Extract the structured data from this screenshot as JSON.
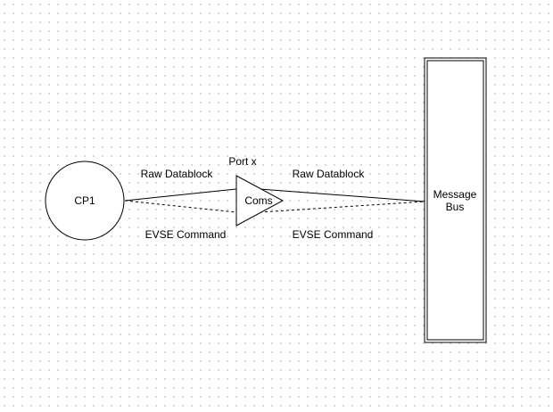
{
  "diagram": {
    "nodes": {
      "cp1": {
        "label": "CP1"
      },
      "coms": {
        "label": "Coms",
        "port_label": "Port x"
      },
      "message_bus": {
        "label_line1": "Message",
        "label_line2": "Bus"
      }
    },
    "edges": {
      "cp1_to_coms_data": {
        "label": "Raw Datablock"
      },
      "coms_to_cp1_command": {
        "label": "EVSE Command"
      },
      "coms_to_bus_data": {
        "label": "Raw Datablock"
      },
      "bus_to_coms_command": {
        "label": "EVSE Command"
      }
    },
    "colors": {
      "stroke": "#000000",
      "background": "#ffffff",
      "grid_dot": "#cfcfcf"
    }
  }
}
